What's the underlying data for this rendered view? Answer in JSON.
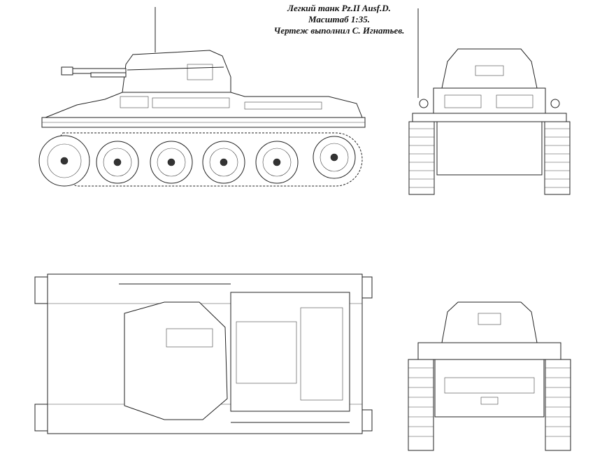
{
  "caption": {
    "line1": "Легкий танк Pz.II Ausf.D.",
    "line2": "Масштаб 1:35.",
    "line3": "Чертеж выполнил С. Игнатьев."
  },
  "views": {
    "side": {
      "road_wheels": 4
    },
    "front": {},
    "top": {},
    "rear": {}
  }
}
